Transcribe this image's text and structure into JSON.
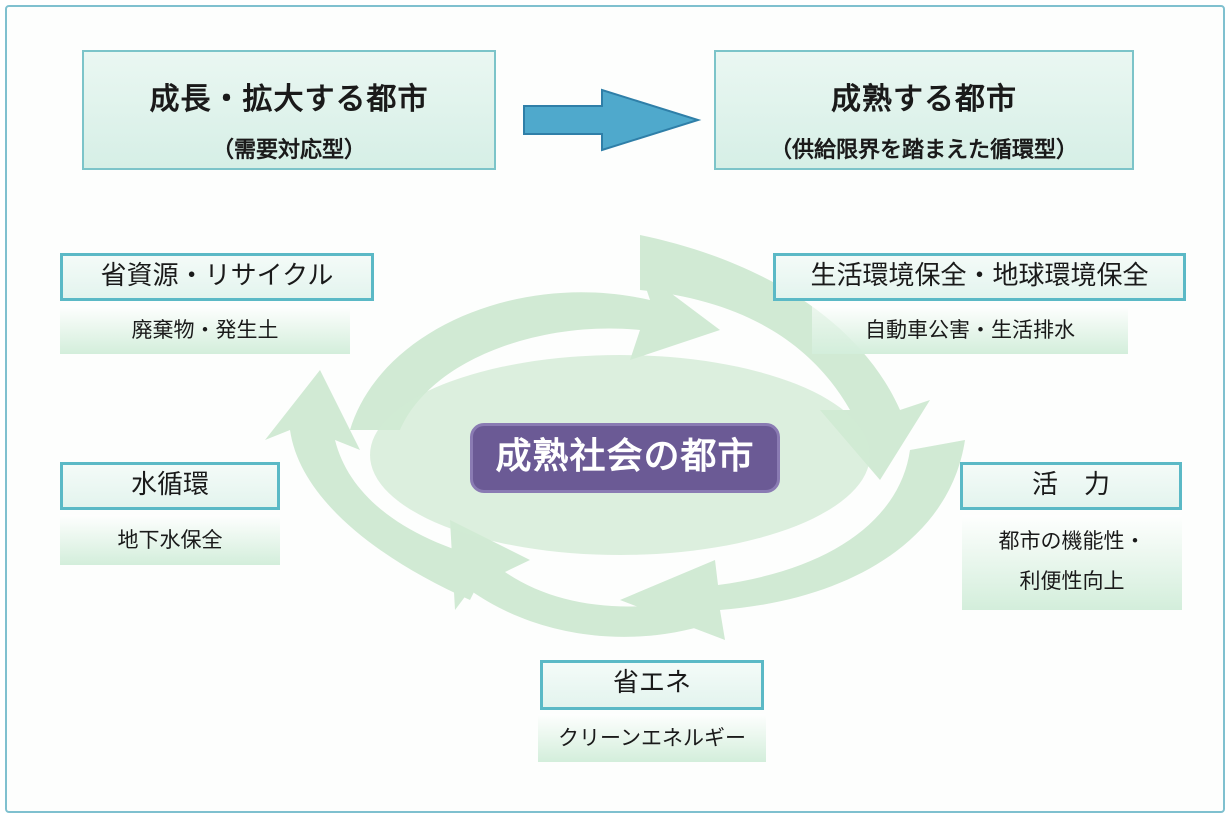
{
  "top_left": {
    "title": "成長・拡大する都市",
    "subtitle": "（需要対応型）"
  },
  "top_right": {
    "title": "成熟する都市",
    "subtitle": "（供給限界を踏まえた循環型）"
  },
  "center_label": "成熟社会の都市",
  "nodes": {
    "resource": {
      "title": "省資源・リサイクル",
      "sub": "廃棄物・発生土"
    },
    "environment": {
      "title": "生活環境保全・地球環境保全",
      "sub": "自動車公害・生活排水"
    },
    "water": {
      "title": "水循環",
      "sub": "地下水保全"
    },
    "vitality": {
      "title": "活　力",
      "sub_line1": "都市の機能性・",
      "sub_line2": "利便性向上"
    },
    "energy": {
      "title": "省エネ",
      "sub": "クリーンエネルギー"
    }
  },
  "colors": {
    "swirl": "#cfe9d2",
    "border": "#5bb9c6",
    "center_bg": "#6b5a95",
    "arrow": "#4fa9cc"
  }
}
